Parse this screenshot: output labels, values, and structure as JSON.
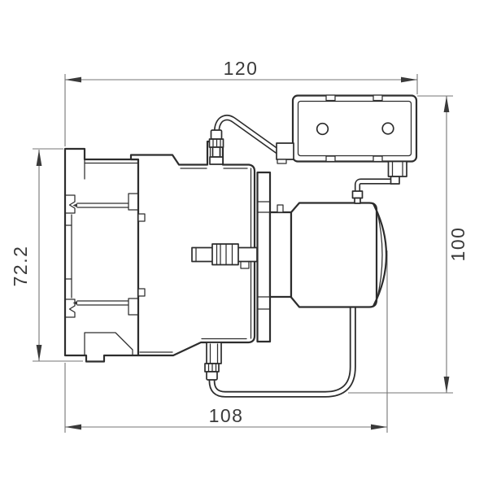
{
  "drawing": {
    "type": "technical dimension drawing",
    "subject": "capacitor switching contactor, side view",
    "dimensions": {
      "top_width": {
        "label": "120",
        "orientation": "horizontal",
        "position": "top"
      },
      "right_height": {
        "label": "100",
        "orientation": "vertical",
        "position": "right"
      },
      "left_height": {
        "label": "72.2",
        "orientation": "vertical",
        "position": "left"
      },
      "bottom_width": {
        "label": "108",
        "orientation": "horizontal",
        "position": "bottom"
      }
    },
    "colors": {
      "background": "#ffffff",
      "outline": "#2d2d2d",
      "dimension_line": "#757575",
      "dimension_text": "#3a3a3a"
    }
  }
}
